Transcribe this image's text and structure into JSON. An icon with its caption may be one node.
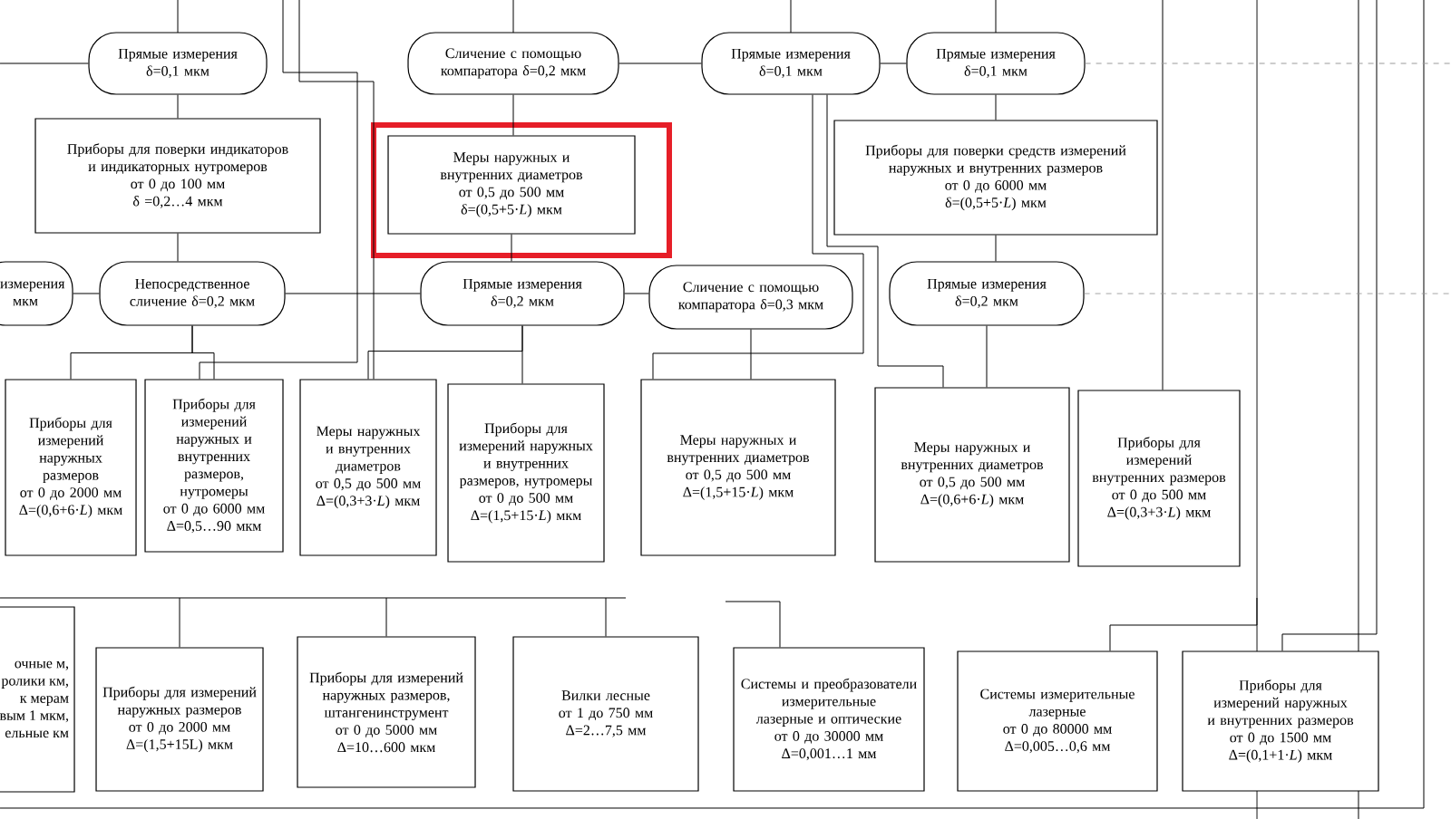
{
  "diagram": {
    "nodes": [
      {
        "text": [
          "Прямые измерения δ=0,1 мкм"
        ]
      },
      {
        "text": [
          "Сличение с помощью компаратора δ=0,2 мкм"
        ]
      },
      {
        "text": [
          "Прямые измерения δ=0,1 мкм"
        ]
      },
      {
        "text": [
          "Прямые измерения δ=0,1 мкм"
        ]
      },
      {
        "text": [
          "Приборы для поверки индикаторов и индикаторных нутромеров",
          "от 0 до 100 мм",
          "δ =0,2…4 мкм"
        ]
      },
      {
        "text": [
          "Меры наружных и внутренних диаметров",
          "от 0,5 до 500 мм",
          "δ=(0,5+5·*L*) мкм"
        ]
      },
      {
        "text": [
          "Приборы для поверки средств измерений наружных и внутренних размеров",
          "от 0 до 6000 мм",
          "δ=(0,5+5·*L*) мкм"
        ]
      },
      {
        "text": [
          "измерения мкм"
        ]
      },
      {
        "text": [
          "Непосредственное сличение δ=0,2 мкм"
        ]
      },
      {
        "text": [
          "Прямые измерения δ=0,2 мкм"
        ]
      },
      {
        "text": [
          "Сличение с помощью компаратора δ=0,3 мкм"
        ]
      },
      {
        "text": [
          "Прямые измерения δ=0,2 мкм"
        ]
      },
      {
        "text": [
          "Приборы для измерений наружных размеров",
          "от 0 до 2000 мм",
          "Δ=(0,6+6·*L*) мкм"
        ]
      },
      {
        "text": [
          "Приборы для измерений наружных и внутренних размеров, нутромеры",
          "от 0 до 6000 мм",
          "Δ=0,5…90 мкм"
        ]
      },
      {
        "text": [
          "Меры наружных и внутренних диаметров",
          "от 0,5 до 500 мм",
          "Δ=(0,3+3·*L*) мкм"
        ]
      },
      {
        "text": [
          "Приборы для измерений наружных и внутренних размеров, нутромеры",
          "от 0 до 500 мм",
          "Δ=(1,5+15·*L*) мкм"
        ]
      },
      {
        "text": [
          "Меры наружных и внутренних диаметров",
          "от 0,5 до 500 мм",
          "Δ=(1,5+15·*L*) мкм"
        ]
      },
      {
        "text": [
          "Меры наружных и внутренних диаметров",
          "от 0,5 до 500 мм",
          "Δ=(0,6+6·*L*) мкм"
        ]
      },
      {
        "text": [
          "Приборы для измерений внутренних размеров",
          "от 0 до 500 мм",
          "Δ=(0,3+3·*L*) мкм"
        ]
      },
      {
        "text": [
          "очные м, ролики км, к мерам вым 1 мкм, ельные км"
        ]
      },
      {
        "text": [
          "Приборы для измерений наружных размеров",
          "от 0 до 2000 мм",
          "Δ=(1,5+15L) мкм"
        ]
      },
      {
        "text": [
          "Приборы для измерений наружных размеров, штангенинструмент",
          "от 0 до 5000 мм",
          "Δ=10…600 мкм"
        ]
      },
      {
        "text": [
          "Вилки лесные",
          "от 1 до 750 мм",
          "Δ=2…7,5 мм"
        ]
      },
      {
        "text": [
          "Системы и преобразователи измерительные лазерные и оптические",
          "от 0 до 30000 мм",
          "Δ=0,001…1 мм"
        ]
      },
      {
        "text": [
          "Системы измерительные лазерные",
          "от 0 до 80000 мм",
          "Δ=0,005…0,6 мм"
        ]
      },
      {
        "text": [
          "Приборы для измерений наружных и внутренних размеров",
          "от 0 до 1500 мм",
          "Δ=(0,1+1·*L*) мкм"
        ]
      }
    ],
    "edges": [
      {
        "from": 0,
        "to": 4,
        "arrow": "none"
      },
      {
        "from": 4,
        "to": 8,
        "arrow": "none"
      },
      {
        "from": 1,
        "to": 5,
        "arrow": "none"
      },
      {
        "from": 5,
        "to": 9,
        "arrow": "none"
      },
      {
        "from": 3,
        "to": 6,
        "arrow": "none"
      },
      {
        "from": 6,
        "to": 11,
        "arrow": "none"
      },
      {
        "from": 2,
        "to": 3,
        "arrow": "none"
      },
      {
        "from": 7,
        "to": 8,
        "arrow": "none"
      },
      {
        "from": 8,
        "to": 9,
        "arrow": "none"
      },
      {
        "from": 9,
        "to": 10,
        "arrow": "none"
      },
      {
        "from": 8,
        "to": 12,
        "arrow": "none"
      },
      {
        "from": 8,
        "to": 13,
        "arrow": "none"
      },
      {
        "from": 9,
        "to": 14,
        "arrow": "none"
      },
      {
        "from": 9,
        "to": 15,
        "arrow": "none"
      },
      {
        "from": 10,
        "to": 16,
        "arrow": "none"
      },
      {
        "from": 11,
        "to": 17,
        "arrow": "none"
      },
      {
        "from": null,
        "to": 18,
        "arrow": "none"
      },
      {
        "from": null,
        "to": 20,
        "arrow": "none"
      },
      {
        "from": null,
        "to": 21,
        "arrow": "none"
      },
      {
        "from": null,
        "to": 22,
        "arrow": "none"
      },
      {
        "from": null,
        "to": 23,
        "arrow": "none"
      },
      {
        "from": null,
        "to": 24,
        "arrow": "none"
      },
      {
        "from": null,
        "to": 25,
        "arrow": "none"
      },
      {
        "from": 3,
        "to": null,
        "arrow": "none",
        "style": "dashed",
        "color": "#999999"
      },
      {
        "from": 11,
        "to": null,
        "arrow": "none",
        "style": "dashed",
        "color": "#999999"
      },
      {
        "from": 0,
        "to": null,
        "arrow": "none"
      },
      {
        "from": 1,
        "to": 2,
        "arrow": "none"
      },
      {
        "from": null,
        "to": 13,
        "arrow": "none"
      },
      {
        "from": null,
        "to": 14,
        "arrow": "none"
      },
      {
        "from": 2,
        "to": 16,
        "arrow": "none"
      },
      {
        "from": 2,
        "to": 17,
        "arrow": "none"
      }
    ]
  }
}
